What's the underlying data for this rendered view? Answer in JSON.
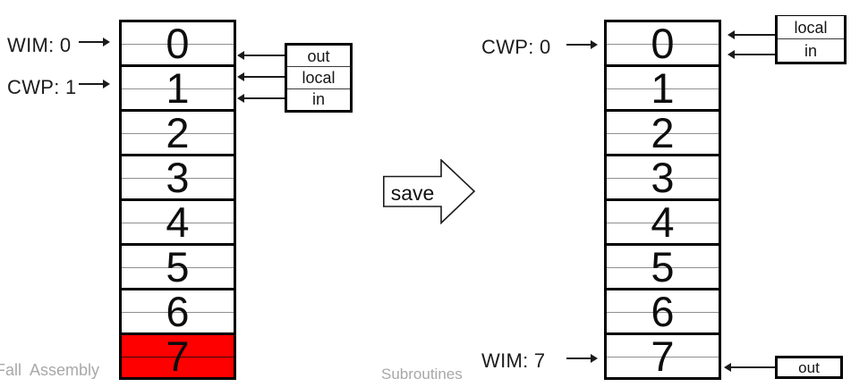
{
  "left_diagram": {
    "wim_label": "WIM: 0",
    "cwp_label": "CWP: 1",
    "cells": [
      "0",
      "1",
      "2",
      "3",
      "4",
      "5",
      "6",
      "7"
    ],
    "highlighted_cell": "7",
    "register_box_rows": [
      "out",
      "local",
      "in"
    ]
  },
  "transition": {
    "label": "save"
  },
  "right_diagram": {
    "cwp_label": "CWP: 0",
    "wim_label": "WIM: 7",
    "cells": [
      "0",
      "1",
      "2",
      "3",
      "4",
      "5",
      "6",
      "7"
    ],
    "top_register_box_rows": [
      "local",
      "in"
    ],
    "bottom_register_box_rows": [
      "out"
    ]
  },
  "footer": {
    "course_text": "Fall  Assembly",
    "topic_text": "Subroutines"
  },
  "colors": {
    "highlight": "#ff0000",
    "footer_text": "#a8a8a8",
    "line": "#1a1a1a",
    "cell_divider": "#8f8f8f"
  }
}
